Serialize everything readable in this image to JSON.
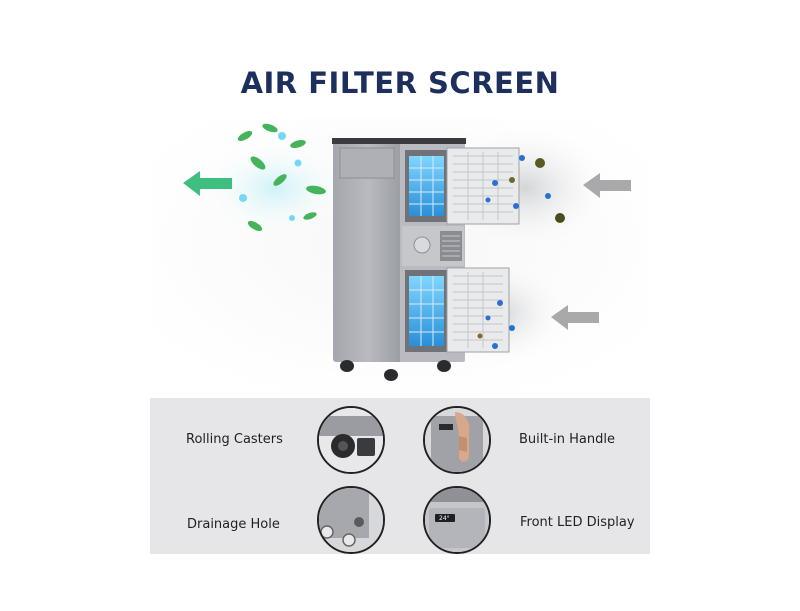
{
  "title": "AIR FILTER SCREEN",
  "colors": {
    "title": "#1d2f5c",
    "unit_body": "#9ea0a7",
    "arrow_out": "#3fbf7f",
    "arrow_in": "#a9a9ab",
    "panel_bg": "#e6e6e9"
  },
  "features": [
    {
      "label": "Rolling Casters",
      "icon": "caster-wheel-icon"
    },
    {
      "label": "Built-in Handle",
      "icon": "hand-handle-icon"
    },
    {
      "label": "Drainage Hole",
      "icon": "drainage-hole-icon"
    },
    {
      "label": "Front LED Display",
      "icon": "led-display-icon"
    }
  ]
}
